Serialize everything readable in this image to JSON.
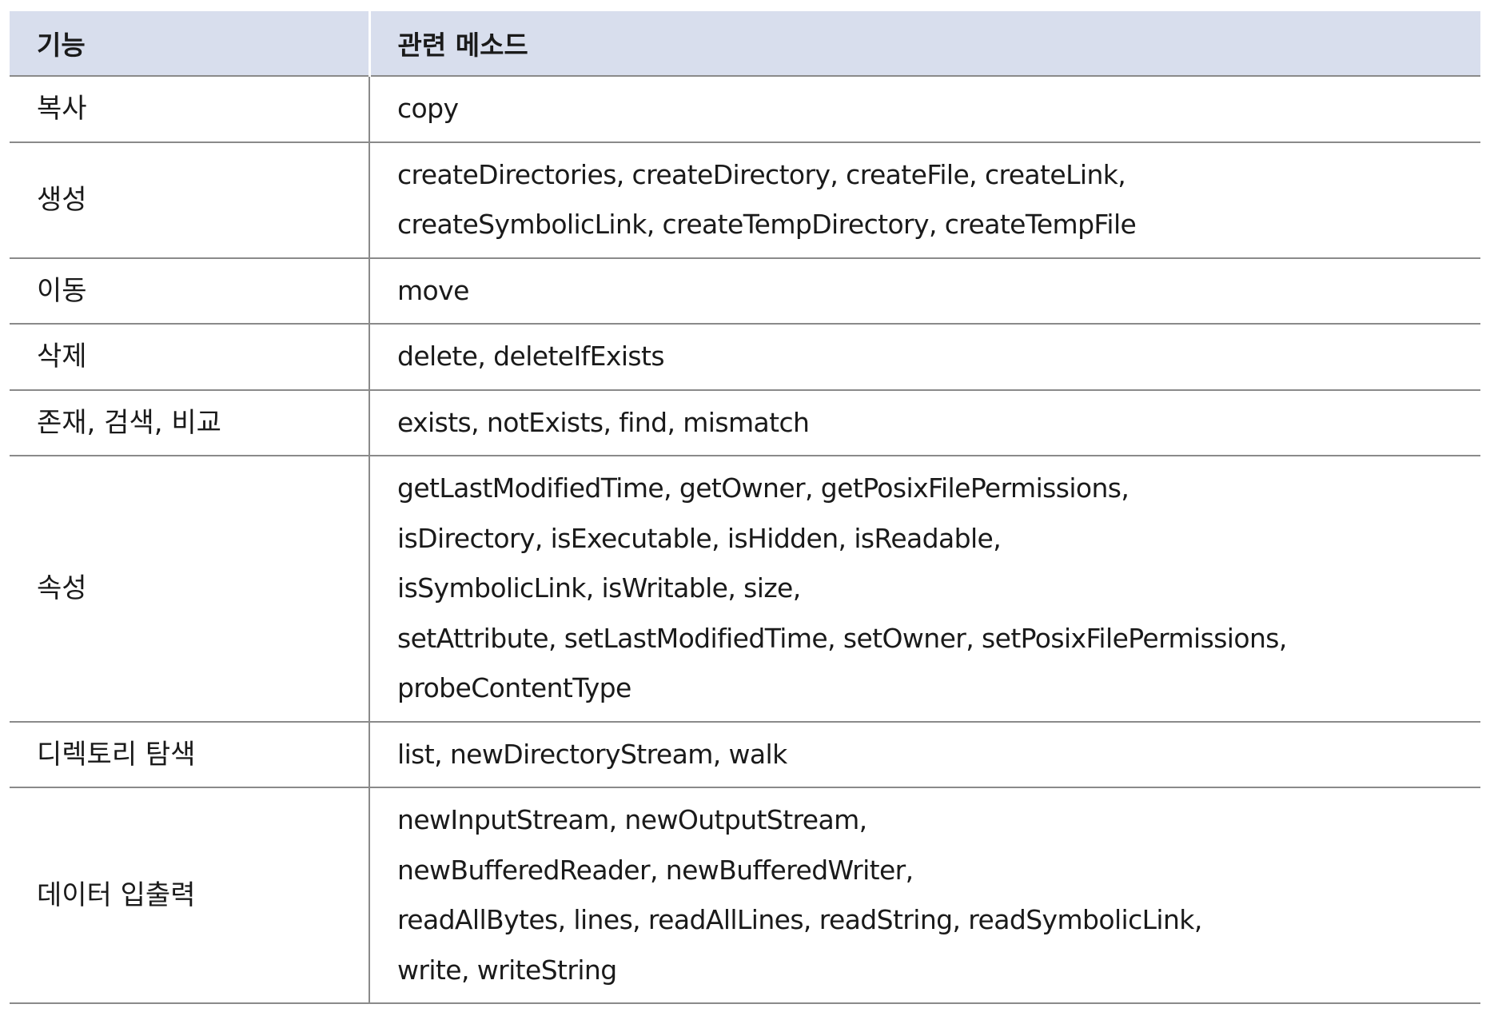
{
  "headers": {
    "feature": "기능",
    "methods": "관련 메소드"
  },
  "rows": [
    {
      "feature": "복사",
      "lines": [
        "copy"
      ]
    },
    {
      "feature": "생성",
      "lines": [
        "createDirectories, createDirectory, createFile, createLink,",
        "createSymbolicLink, createTempDirectory, createTempFile"
      ]
    },
    {
      "feature": "이동",
      "lines": [
        "move"
      ]
    },
    {
      "feature": "삭제",
      "lines": [
        "delete, deleteIfExists"
      ]
    },
    {
      "feature": "존재, 검색, 비교",
      "lines": [
        "exists, notExists, find, mismatch"
      ]
    },
    {
      "feature": "속성",
      "lines": [
        "getLastModifiedTime, getOwner, getPosixFilePermissions,",
        "isDirectory, isExecutable, isHidden, isReadable,",
        "isSymbolicLink, isWritable, size,",
        "setAttribute, setLastModifiedTime, setOwner, setPosixFilePermissions,",
        "probeContentType"
      ]
    },
    {
      "feature": "디렉토리 탐색",
      "lines": [
        "list, newDirectoryStream, walk"
      ]
    },
    {
      "feature": "데이터 입출력",
      "lines": [
        "newInputStream, newOutputStream,",
        "newBufferedReader, newBufferedWriter,",
        "readAllBytes, lines, readAllLines, readString, readSymbolicLink,",
        "write, writeString"
      ]
    }
  ]
}
